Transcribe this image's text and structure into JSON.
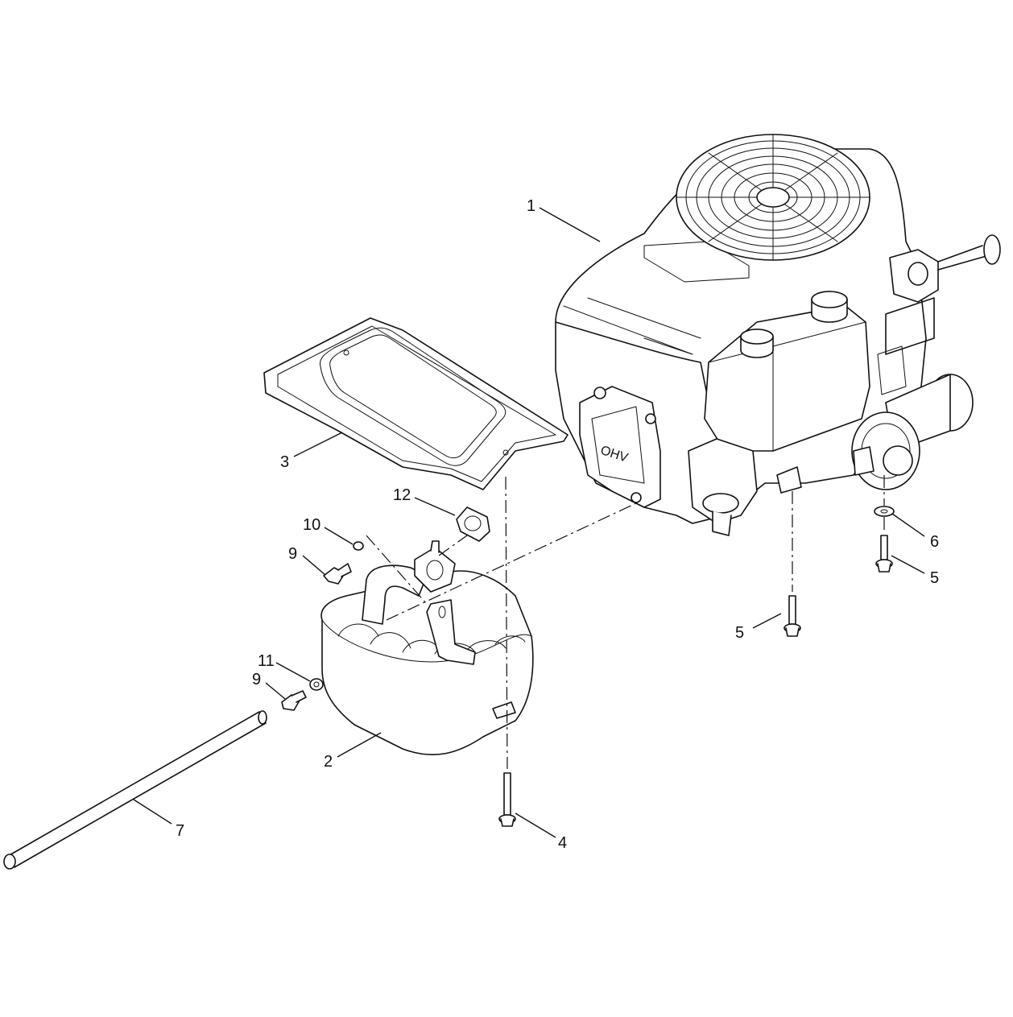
{
  "diagram": {
    "callouts": [
      {
        "id": "c1",
        "label": "1"
      },
      {
        "id": "c2",
        "label": "2"
      },
      {
        "id": "c3",
        "label": "3"
      },
      {
        "id": "c4",
        "label": "4"
      },
      {
        "id": "c5a",
        "label": "5"
      },
      {
        "id": "c5b",
        "label": "5"
      },
      {
        "id": "c6",
        "label": "6"
      },
      {
        "id": "c7",
        "label": "7"
      },
      {
        "id": "c9a",
        "label": "9"
      },
      {
        "id": "c9b",
        "label": "9"
      },
      {
        "id": "c10",
        "label": "10"
      },
      {
        "id": "c11",
        "label": "11"
      },
      {
        "id": "c12",
        "label": "12"
      }
    ],
    "engine_mark": "OHV"
  }
}
